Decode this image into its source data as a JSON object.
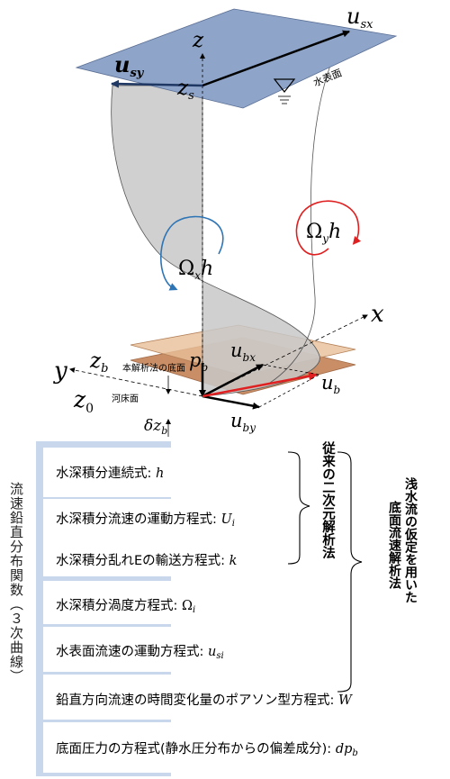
{
  "labels": {
    "u_sx": "u",
    "u_sx_sub": "sx",
    "u_sy": "u",
    "u_sy_sub": "sy",
    "z_axis": "z",
    "z_s": "z",
    "z_s_sub": "s",
    "water_surface": "水表面",
    "omega_y": "Ω",
    "omega_y_sub": "y",
    "omega_y_h": "h",
    "omega_x": "Ω",
    "omega_x_sub": "x",
    "omega_x_h": "h",
    "x_axis": "x",
    "y_axis": "y",
    "z_b": "z",
    "z_b_sub": "b",
    "analysis_bottom": "本解析法の底面",
    "p_b": "p",
    "p_b_sub": "b",
    "u_bx": "u",
    "u_bx_sub": "bx",
    "u_b": "u",
    "u_b_sub": "b",
    "z_0": "z",
    "z_0_sub": "0",
    "river_bed": "河床面",
    "delta_z_b": "δz",
    "delta_z_b_sub": "b",
    "u_by": "u",
    "u_by_sub": "by"
  },
  "equations": [
    {
      "text": "水深積分連続式: ",
      "symbol": "h",
      "sub": ""
    },
    {
      "text": "水深積分流速の運動方程式: ",
      "symbol": "U",
      "sub": "i"
    },
    {
      "text": "水深積分乱れEの輸送方程式: ",
      "symbol": "k",
      "sub": ""
    },
    {
      "text": "水深積分渦度方程式:  ",
      "symbol": "Ω",
      "sub": "i"
    },
    {
      "text": "水表面流速の運動方程式:  ",
      "symbol": "u",
      "sub": "si"
    },
    {
      "text": "鉛直方向流速の時間変化量のポアソン型方程式: ",
      "symbol": "W",
      "sub": ""
    },
    {
      "text": "底面圧力の方程式(静水圧分布からの偏差成分): ",
      "symbol": "dp",
      "sub": "b"
    }
  ],
  "side_labels": {
    "vertical_distribution": "流速鉛直分布関数（３次曲線）",
    "conventional": "従来の二次元解析法",
    "proposed_line1": "浅水流の仮定を用いた",
    "proposed_line2": "底面流速解析法"
  },
  "colors": {
    "surface_plane": "#8ea4c8",
    "bed_plane": "#c98e66",
    "analysis_plane": "#e2b48c",
    "profile_fill": "#c8c8c8",
    "vortex_x": "#2e75b6",
    "vortex_y": "#e02020",
    "resultant_arrow": "#e02020",
    "arrow_black": "#000000",
    "label_bar": "#c9d7ec"
  },
  "icons": {
    "water_level": "inverted-triangle-water-level-icon"
  }
}
